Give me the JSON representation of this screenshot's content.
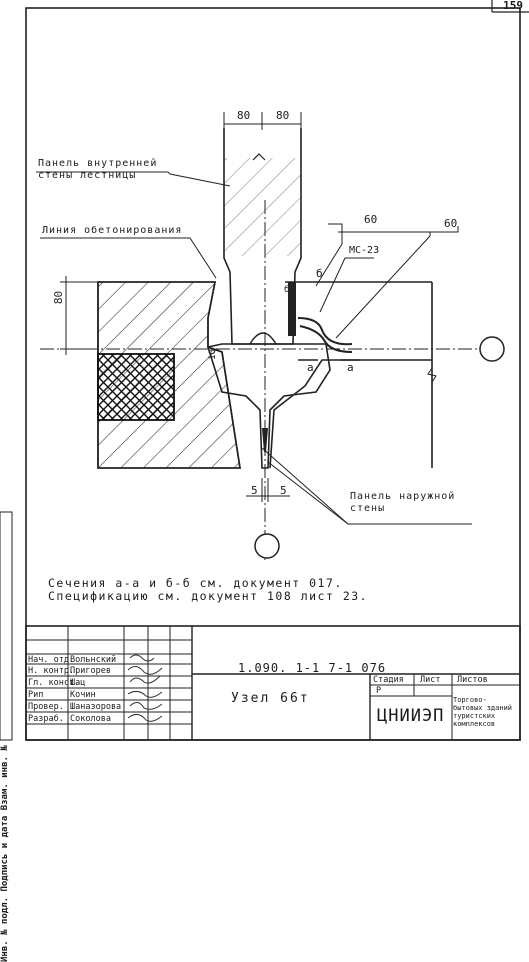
{
  "sheet": {
    "page_number": "159",
    "drawing_code": "1.090. 1-1 7-1 076",
    "title": "Узел 66т",
    "organization": "ЦНИИЭП",
    "organization_sub": "Торгово-бытовых зданий туристских комплексов",
    "stage_header": "Стадия",
    "sheet_header": "Лист",
    "sheets_header": "Листов",
    "stage_value": "Р"
  },
  "sidebar": {
    "text": "Инв. № подл. Подпись и дата Взам. инв. №"
  },
  "notes": [
    "Сечения а-а и б-б см. документ 017.",
    "Спецификацию см. документ 108 лист 23."
  ],
  "drawing": {
    "callouts": {
      "inner_wall_line1": "Панель внутренней",
      "inner_wall_line2": "стены лестницы",
      "concrete_line": "Линия обетонирования",
      "outer_wall_line1": "Панель наружной",
      "outer_wall_line2": "стены",
      "part_label": "МС-23",
      "dim_60a": "60",
      "dim_60b": "60",
      "dim_80a": "80",
      "dim_80b": "80",
      "dim_80v": "80",
      "dim_5a": "5",
      "dim_5b": "5",
      "sec_a1": "а",
      "sec_a2": "а",
      "sec_b": "б",
      "sec_b2": "б",
      "item_10": "10"
    }
  },
  "title_block": {
    "rows": [
      {
        "role": "Нач. отд.",
        "name": "Вольнский"
      },
      {
        "role": "Н. контр.",
        "name": "Пригорев"
      },
      {
        "role": "Гл. конст.",
        "name": "Шац"
      },
      {
        "role": "Рип",
        "name": "Кочин"
      },
      {
        "role": "Провер.",
        "name": "Шаназорова"
      },
      {
        "role": "Разраб.",
        "name": "Соколова"
      }
    ]
  }
}
